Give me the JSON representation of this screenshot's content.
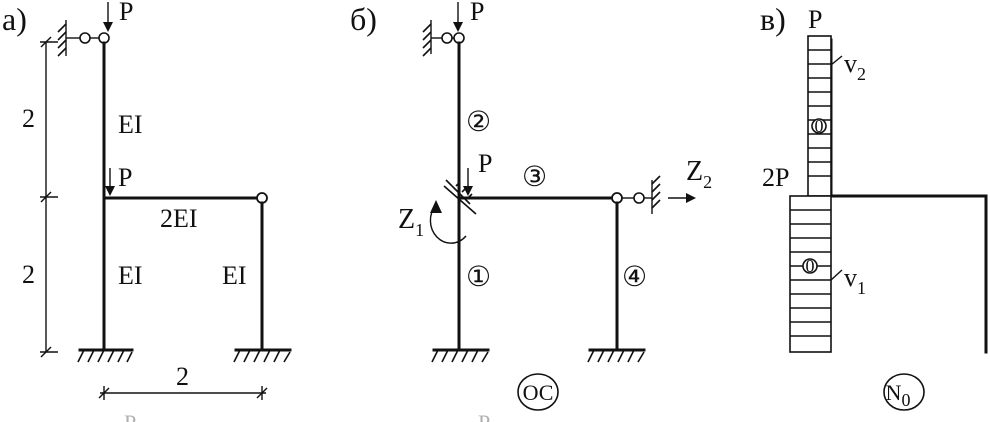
{
  "panel_a": {
    "label": "а)",
    "load_top": "P",
    "load_mid": "P",
    "dim_upper": "2",
    "dim_lower": "2",
    "dim_bottom": "2",
    "stiffness_col_upper": "EI",
    "stiffness_beam": "2EI",
    "stiffness_col_left": "EI",
    "stiffness_col_right": "EI",
    "caption_fragment": "Р"
  },
  "panel_b": {
    "label": "б)",
    "load_top": "P",
    "load_mid": "P",
    "member_1": "①",
    "member_2": "②",
    "member_3": "③",
    "member_4": "④",
    "z1": "Z",
    "z1_sub": "1",
    "z2": "Z",
    "z2_sub": "2",
    "system_label": "ОС",
    "caption_fragment": "Р"
  },
  "panel_c": {
    "label": "в)",
    "force_top": "P",
    "force_mid": "2P",
    "v2": "v",
    "v2_sub": "2",
    "v1": "v",
    "v1_sub": "1",
    "marker": "0",
    "diagram_label": "N",
    "diagram_sub": "0"
  }
}
